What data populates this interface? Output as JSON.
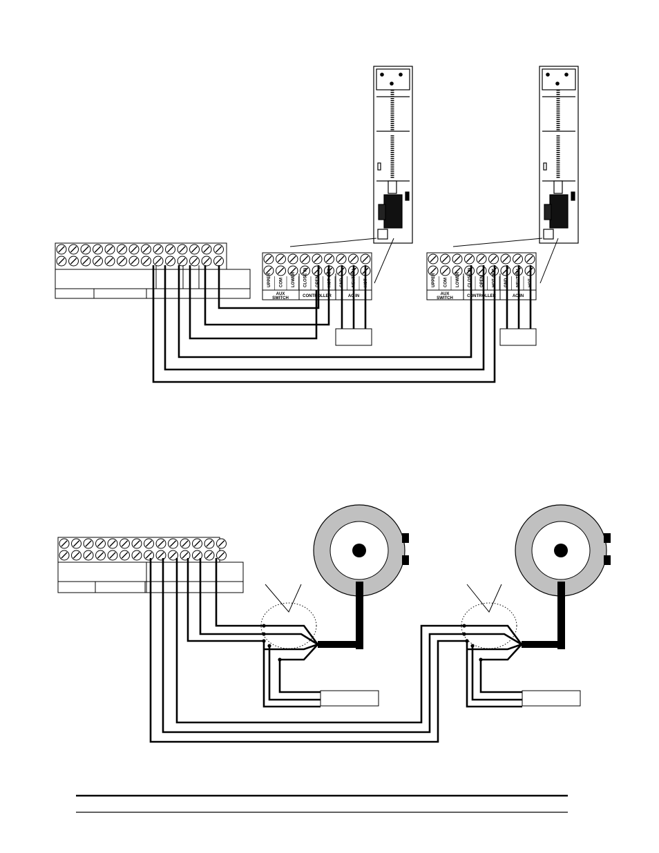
{
  "top_panel": {
    "actuator_terminals": [
      "UPPER",
      "COM",
      "LOWER",
      "CLOSE IN",
      "OPEN",
      "HOT OUT",
      "GND",
      "NEUTRAL",
      "HOT"
    ],
    "group_labels": {
      "aux": "AUX",
      "switch": "SWITCH",
      "controller": "CONTROLLER",
      "ac_in": "AC IN"
    }
  },
  "colors": {
    "line": "#000000",
    "motor_ring": "#c0c0c0",
    "paper": "#ffffff"
  }
}
